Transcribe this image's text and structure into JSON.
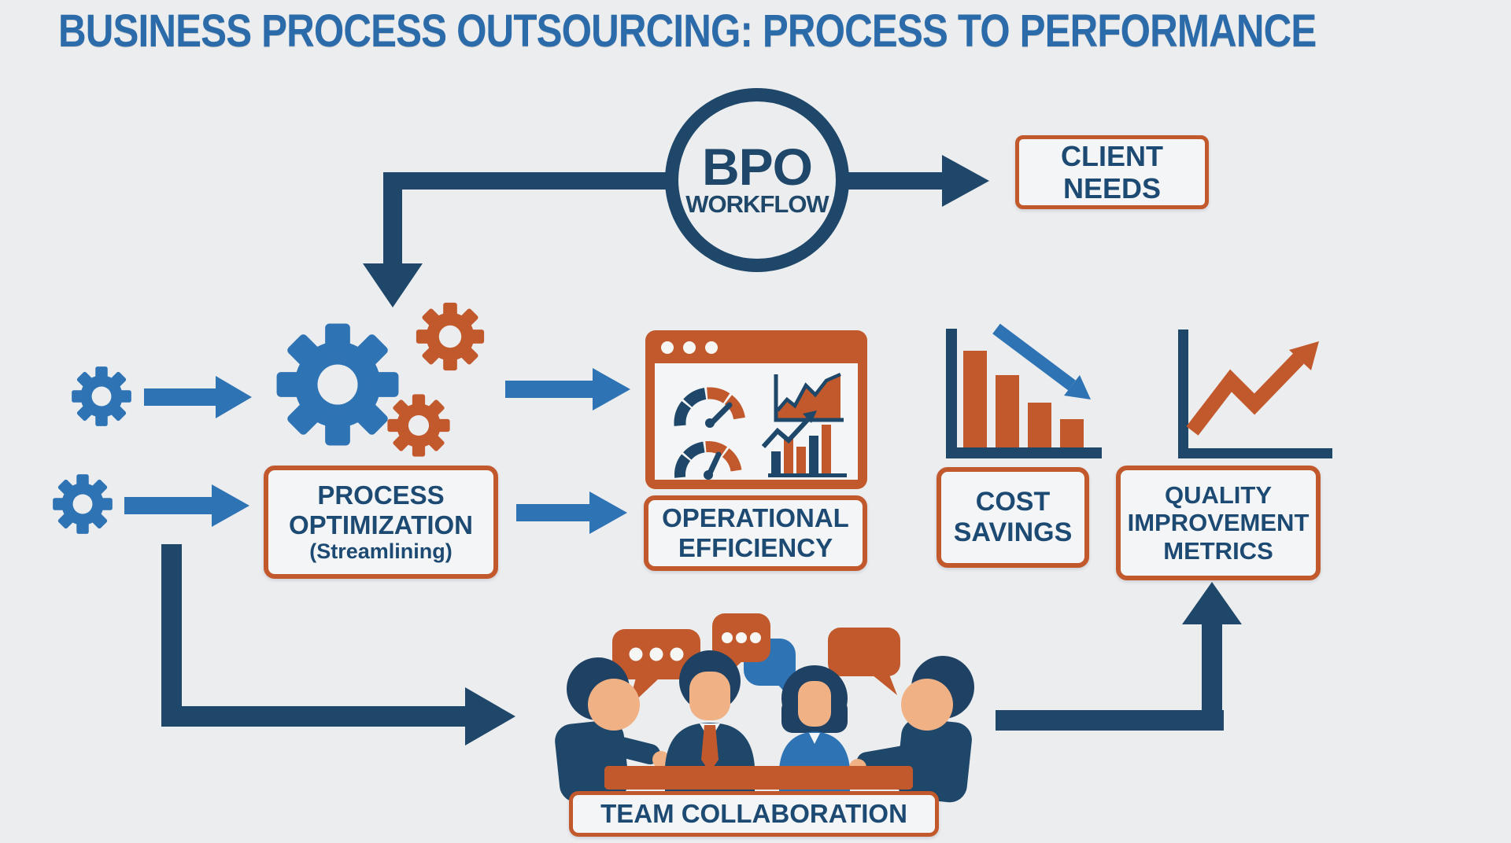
{
  "title": "BUSINESS PROCESS OUTSOURCING: PROCESS TO PERFORMANCE",
  "colors": {
    "background": "#ecedef",
    "panel": "#f4f5f6",
    "navy": "#1e4769",
    "text_navy": "#1d4a73",
    "title_blue": "#2b6baa",
    "blue": "#2e73b4",
    "orange": "#c2592c",
    "skin": "#f0b185",
    "hair": "#1f4264",
    "white": "#f6f6f4"
  },
  "bpo_circle": {
    "line1": "BPO",
    "line2": "WORKFLOW"
  },
  "boxes": {
    "client_needs": {
      "line1": "CLIENT",
      "line2": "NEEDS"
    },
    "process_optimization": {
      "line1": "PROCESS",
      "line2": "OPTIMIZATION",
      "line3": "(Streamlining)"
    },
    "operational_efficiency": {
      "line1": "OPERATIONAL",
      "line2": "EFFICIENCY"
    },
    "cost_savings": {
      "line1": "COST",
      "line2": "SAVINGS"
    },
    "quality_improvement": {
      "line1": "QUALITY",
      "line2": "IMPROVEMENT",
      "line3": "METRICS"
    },
    "team_collaboration": {
      "label": "TEAM COLLABORATION"
    }
  },
  "icons": {
    "gears": "gear-icon",
    "dashboard": "dashboard-gauges-icon",
    "cost_chart": "declining-bar-chart-icon",
    "quality_chart": "rising-line-chart-icon",
    "speech_bubbles": "speech-bubble-icon",
    "team": "team-people-illustration"
  }
}
